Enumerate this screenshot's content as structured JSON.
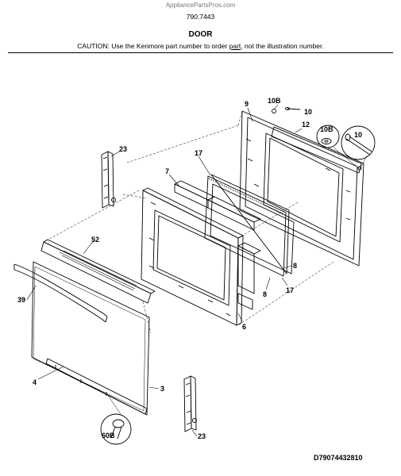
{
  "header": {
    "site": "AppliancePartsPros.com",
    "model": "790.7443",
    "title": "DOOR",
    "caution_before": "CAUTION: Use the Kenmore part number to order ",
    "caution_link": "part",
    "caution_after": ", not the illustration number."
  },
  "callouts": {
    "p9": "9",
    "p10B": "10B",
    "p10": "10",
    "p12": "12",
    "p10B_detail": "10B",
    "p10_detail": "10",
    "p23_top": "23",
    "p17_top": "17",
    "p7": "7",
    "p52": "52",
    "p8_right": "8",
    "p17_right": "17",
    "p8_lower": "8",
    "p39": "39",
    "p6": "6",
    "p4": "4",
    "p3": "3",
    "p60B": "60B",
    "p23_bottom": "23"
  },
  "footer": {
    "doc_number": "D79074432810"
  }
}
